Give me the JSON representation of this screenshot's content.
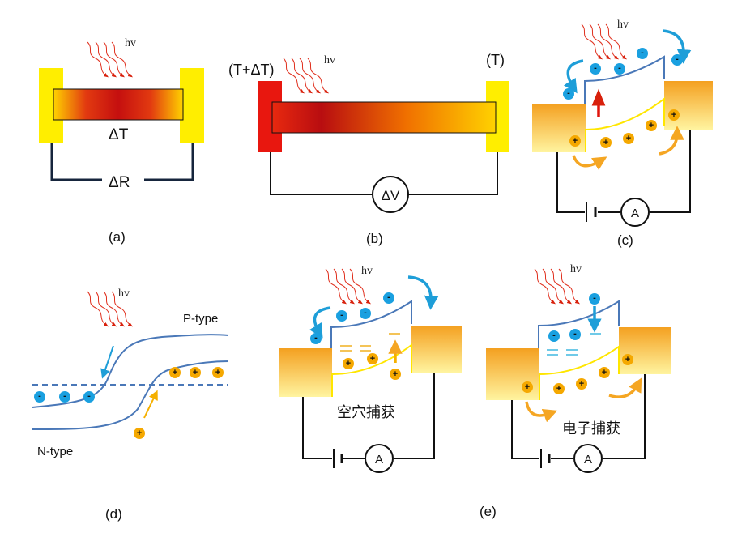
{
  "labels": {
    "hv": "hv",
    "panel_a": "(a)",
    "panel_b": "(b)",
    "panel_c": "(c)",
    "panel_d": "(d)",
    "panel_e": "(e)",
    "delta_t": "ΔT",
    "delta_r": "ΔR",
    "delta_v": "ΔV",
    "t_plus_delta_t": "(T+ΔT)",
    "t_cold": "(T)",
    "ammeter": "A",
    "electron": "-",
    "hole": "+",
    "p_type": "P-type",
    "n_type": "N-type",
    "hole_trapping": "空穴捕获",
    "electron_trapping": "电子捕获"
  },
  "colors": {
    "contact_yellow": "#ffee00",
    "hot_red": "#e81c10",
    "electron_blue": "#1aa0e0",
    "hole_orange": "#f5a800",
    "band_blue": "#4a78b8",
    "band_yellow": "#ffe600",
    "arrow_blue": "#1e9ed8",
    "arrow_orange": "#f5a623"
  }
}
